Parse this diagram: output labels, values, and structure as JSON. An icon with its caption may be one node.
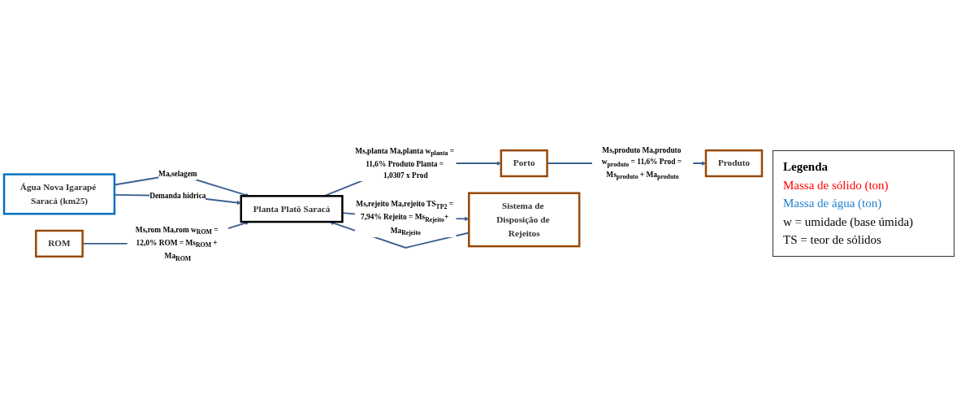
{
  "diagram": {
    "nodes": [
      {
        "text": [
          "Água Nova Igarapé Saracá (km25)"
        ]
      },
      {
        "text": [
          "ROM"
        ]
      },
      {
        "text": [
          "Planta Platô Saracá"
        ]
      },
      {
        "text": [
          "Porto"
        ]
      },
      {
        "text": [
          "Produto"
        ]
      },
      {
        "text": [
          "Sistema de Disposição de Rejeitos"
        ]
      }
    ],
    "edges": [
      {
        "from": 0,
        "to": 2,
        "arrow": "to",
        "label": "Ma,selagem"
      },
      {
        "from": 0,
        "to": 2,
        "arrow": "to",
        "label": "Demanda hídrica"
      },
      {
        "from": 5,
        "to": 2,
        "arrow": "to"
      },
      {
        "from": 1,
        "to": 2,
        "arrow": "to",
        "label": "Ms,rom Ma,rom w$_{ROM}$ = 12,0% ROM = Ms$_{ROM}$ + Ma$_{ROM}$"
      },
      {
        "from": 2,
        "to": 3,
        "arrow": "to",
        "label": "Ms,planta Ma,planta w$_{planta}$ = 11,6% Produto Planta = 1,0307 x Prod"
      },
      {
        "from": 3,
        "to": 4,
        "arrow": "to",
        "label": "Ms,produto Ma,produto w$_{produto}$ = 11,6% Prod = Ms$_{produto}$ + Ma$_{produto}$"
      },
      {
        "from": 2,
        "to": 5,
        "arrow": "to",
        "label": "Ms,rejeito Ma,rejeito TS$_{TP2}$ = 7,94% Rejeito = Ms$_{Rejeito}$+ Ma$_{Rejeito}$"
      }
    ],
    "labels": [
      "Legenda"
    ],
    "legend": [
      {
        "text": "Massa de sólido (ton)",
        "color": "#ff0000"
      },
      {
        "text": "Massa de água (ton)",
        "color": "#1f7fcf"
      },
      {
        "text": "w = umidade (base úmida)"
      },
      {
        "text": "TS = teor de sólidos"
      }
    ]
  }
}
